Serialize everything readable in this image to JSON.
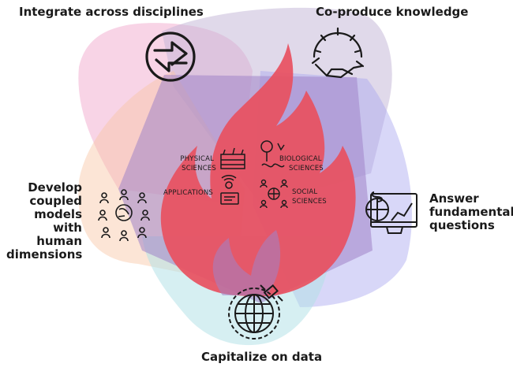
{
  "goals": {
    "integrate": "Integrate across disciplines",
    "coproduce": "Co-produce knowledge",
    "develop": [
      "Develop",
      "coupled",
      "models with",
      "human",
      "dimensions"
    ],
    "answer": [
      "Answer",
      "fundamental",
      "questions"
    ],
    "capitalize": "Capitalize on data"
  },
  "disciplines": {
    "physical": [
      "PHYSICAL",
      "SCIENCES"
    ],
    "biological": [
      "BIOLOGICAL",
      "SCIENCES"
    ],
    "applications": "APPLICATIONS",
    "social": [
      "SOCIAL",
      "SCIENCES"
    ]
  },
  "icons": {
    "integrate": "integrate-arrows-icon",
    "coproduce": "handshake-gear-icon",
    "develop": "people-network-icon",
    "answer": "monitor-chart-icon",
    "capitalize": "globe-satellite-icon"
  },
  "colors": {
    "flame": "#e8505f",
    "pink": "#f0a0c8",
    "lavender": "#c2b4d6",
    "peach": "#f9c6a4",
    "blue": "#a8a6ef",
    "teal": "#b4e2e8",
    "core": "#a084c8"
  }
}
